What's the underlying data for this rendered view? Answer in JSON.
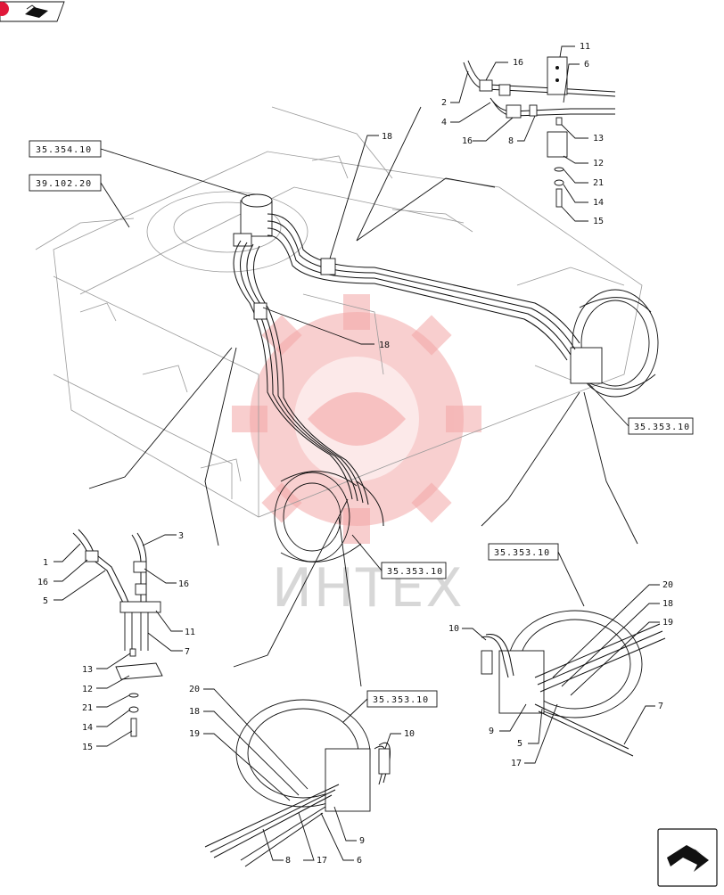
{
  "header": {
    "book_icon": "book-open-icon",
    "badge_color": "#e0193a"
  },
  "watermark": {
    "text": "ИНТЕХ",
    "gear_color": "#f3a7a7"
  },
  "references": [
    {
      "id": "ref-35-354-10",
      "label": "35.354.10"
    },
    {
      "id": "ref-39-102-20",
      "label": "39.102.20"
    },
    {
      "id": "ref-35-353-10-a",
      "label": "35.353.10"
    },
    {
      "id": "ref-35-353-10-b",
      "label": "35.353.10"
    },
    {
      "id": "ref-35-353-10-c",
      "label": "35.353.10"
    },
    {
      "id": "ref-35-353-10-d",
      "label": "35.353.10"
    }
  ],
  "callouts": {
    "top_right": [
      "11",
      "16",
      "6",
      "2",
      "4",
      "16",
      "8",
      "13",
      "12",
      "21",
      "14",
      "15"
    ],
    "main": [
      "18",
      "18"
    ],
    "left": [
      "3",
      "1",
      "16",
      "16",
      "5",
      "11",
      "7",
      "13",
      "12",
      "21",
      "14",
      "15"
    ],
    "right_detail": [
      "20",
      "18",
      "19",
      "10",
      "7",
      "9",
      "5",
      "17"
    ],
    "bottom_detail": [
      "20",
      "18",
      "19",
      "10",
      "9",
      "8",
      "17",
      "6"
    ]
  },
  "footer": {
    "nav_icon": "next-page-arrow-icon"
  }
}
